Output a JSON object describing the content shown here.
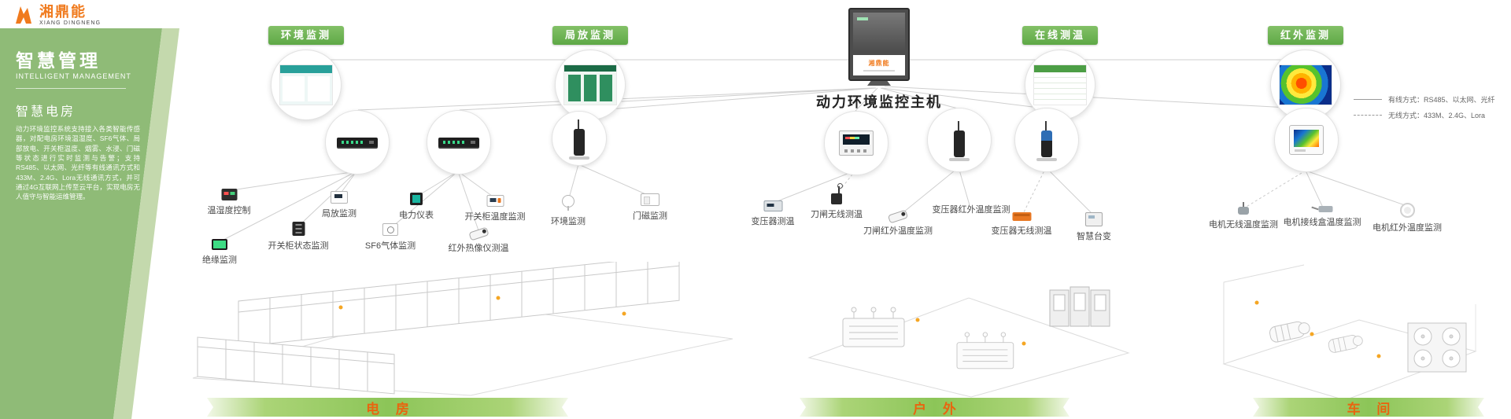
{
  "logo": {
    "name": "湘鼎能",
    "subtitle": "XIANG DINGNENG"
  },
  "sidebar": {
    "title": "智慧管理",
    "subtitle": "INTELLIGENT MANAGEMENT",
    "section": "智慧电房",
    "description": "动力环境监控系统支持接入各类智能传感器，对配电房环境温湿度、SF6气体、局部放电、开关柜温度、烟雾、水浸、门磁等状态进行实时监测与告警；支持RS485、以太网、光纤等有线通讯方式和433M、2.4G、Lora无线通讯方式，并可通过4G互联网上传至云平台，实现电房无人值守与智能运维管理。"
  },
  "host": {
    "label": "动力环境监控主机",
    "brand": "湘鼎能"
  },
  "legend": {
    "wired": "有线方式：RS485、以太网、光纤",
    "wireless": "无线方式：433M、2.4G、Lora"
  },
  "badges": [
    {
      "label": "环境监测"
    },
    {
      "label": "局放监测"
    },
    {
      "label": "在线测温"
    },
    {
      "label": "红外监测"
    }
  ],
  "devices": [
    {
      "label": "温湿度控制"
    },
    {
      "label": "绝缘监测"
    },
    {
      "label": "开关柜状态监测"
    },
    {
      "label": "局放监测"
    },
    {
      "label": "SF6气体监测"
    },
    {
      "label": "电力仪表"
    },
    {
      "label": "开关柜温度监测"
    },
    {
      "label": "红外热像仪测温"
    },
    {
      "label": "环境监测"
    },
    {
      "label": "门磁监测"
    },
    {
      "label": "变压器测温"
    },
    {
      "label": "刀闸无线测温"
    },
    {
      "label": "刀闸红外温度监测"
    },
    {
      "label": "变压器红外温度监测"
    },
    {
      "label": "变压器无线测温"
    },
    {
      "label": "智慧台变"
    },
    {
      "label": "电机无线温度监测"
    },
    {
      "label": "电机接线盒温度监测"
    },
    {
      "label": "电机红外温度监测"
    }
  ],
  "sections": [
    {
      "label": "电 房"
    },
    {
      "label": "户 外"
    },
    {
      "label": "车 间"
    }
  ],
  "colors": {
    "brand_orange": "#f07a1d",
    "sidebar_green": "#8fbb77",
    "ribbon_green": "#5ea846",
    "banner_text_orange": "#e8650f"
  }
}
